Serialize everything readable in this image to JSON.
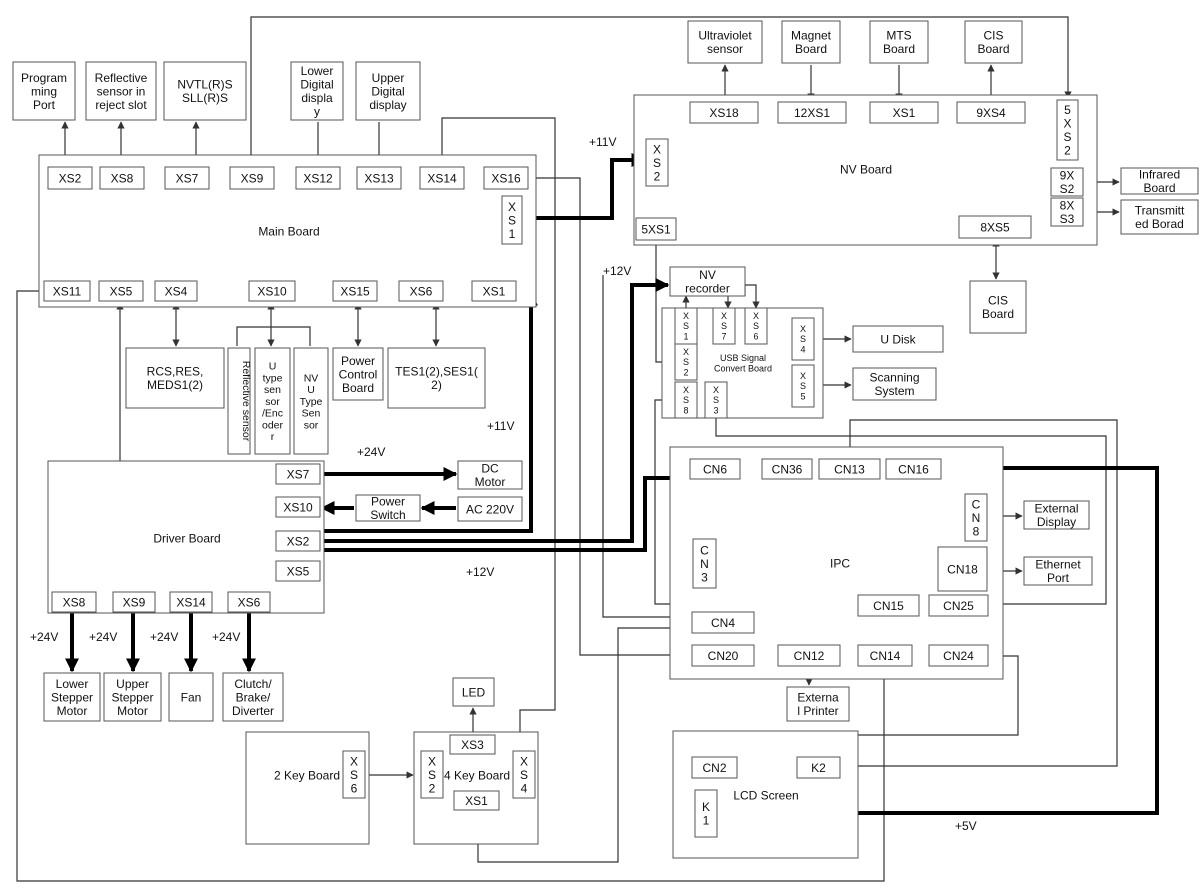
{
  "boxes": [
    {
      "id": "programming-port",
      "text": "Program\nming\nPort"
    },
    {
      "id": "reflective-sensor-reject",
      "text": "Reflective\nsensor in\nreject slot"
    },
    {
      "id": "nvtl-sll",
      "text": "NVTL(R)S\nSLL(R)S"
    },
    {
      "id": "lower-digital-display",
      "text": "Lower\nDigital\ndispla\ny"
    },
    {
      "id": "upper-digital-display",
      "text": "Upper\nDigital\ndisplay"
    },
    {
      "id": "main-board",
      "text": "Main Board"
    },
    {
      "id": "mb-xs2",
      "text": "XS2"
    },
    {
      "id": "mb-xs8",
      "text": "XS8"
    },
    {
      "id": "mb-xs7",
      "text": "XS7"
    },
    {
      "id": "mb-xs9",
      "text": "XS9"
    },
    {
      "id": "mb-xs12",
      "text": "XS12"
    },
    {
      "id": "mb-xs13",
      "text": "XS13"
    },
    {
      "id": "mb-xs14",
      "text": "XS14"
    },
    {
      "id": "mb-xs16",
      "text": "XS16"
    },
    {
      "id": "mb-xs1-right",
      "text": "X\nS\n1"
    },
    {
      "id": "mb-xs11",
      "text": "XS11"
    },
    {
      "id": "mb-xs5",
      "text": "XS5"
    },
    {
      "id": "mb-xs4",
      "text": "XS4"
    },
    {
      "id": "mb-xs10",
      "text": "XS10"
    },
    {
      "id": "mb-xs15",
      "text": "XS15"
    },
    {
      "id": "mb-xs6",
      "text": "XS6"
    },
    {
      "id": "mb-xs1",
      "text": "XS1"
    },
    {
      "id": "rcs-res-meds",
      "text": "RCS,RES,\nMEDS1(2)"
    },
    {
      "id": "reflective-sensor",
      "text": "Reflective sensor"
    },
    {
      "id": "u-type-sensor",
      "text": "U\ntype\nsen\nsor\n/Enc\noder\nr"
    },
    {
      "id": "nv-u-type-sensor",
      "text": "NV\nU\nType\nSen\nsor"
    },
    {
      "id": "power-control-board",
      "text": "Power\nControl\nBoard"
    },
    {
      "id": "tes-ses",
      "text": "TES1(2),SES1(\n2)"
    },
    {
      "id": "driver-board",
      "text": "Driver Board"
    },
    {
      "id": "db-xs7",
      "text": "XS7"
    },
    {
      "id": "db-xs10",
      "text": "XS10"
    },
    {
      "id": "db-xs2",
      "text": "XS2"
    },
    {
      "id": "db-xs5",
      "text": "XS5"
    },
    {
      "id": "db-xs8",
      "text": "XS8"
    },
    {
      "id": "db-xs9",
      "text": "XS9"
    },
    {
      "id": "db-xs14",
      "text": "XS14"
    },
    {
      "id": "db-xs6",
      "text": "XS6"
    },
    {
      "id": "dc-motor",
      "text": "DC\nMotor"
    },
    {
      "id": "power-switch",
      "text": "Power\nSwitch"
    },
    {
      "id": "ac-220v",
      "text": "AC 220V"
    },
    {
      "id": "lower-stepper-motor",
      "text": "Lower\nStepper\nMotor"
    },
    {
      "id": "upper-stepper-motor",
      "text": "Upper\nStepper\nMotor"
    },
    {
      "id": "fan",
      "text": "Fan"
    },
    {
      "id": "clutch-brake-diverter",
      "text": "Clutch/\nBrake/\nDiverter"
    },
    {
      "id": "ultraviolet-sensor",
      "text": "Ultraviolet\nsensor"
    },
    {
      "id": "magnet-board",
      "text": "Magnet\nBoard"
    },
    {
      "id": "mts-board",
      "text": "MTS\nBoard"
    },
    {
      "id": "cis-board-top",
      "text": "CIS\nBoard"
    },
    {
      "id": "nv-board",
      "text": "NV Board"
    },
    {
      "id": "nv-xs18",
      "text": "XS18"
    },
    {
      "id": "nv-12xs1",
      "text": "12XS1"
    },
    {
      "id": "nv-xs1",
      "text": "XS1"
    },
    {
      "id": "nv-9xs4",
      "text": "9XS4"
    },
    {
      "id": "nv-5xs2",
      "text": "5\nX\nS\n2"
    },
    {
      "id": "nv-xs2-left",
      "text": "X\nS\n2"
    },
    {
      "id": "nv-9xs2",
      "text": "9X\nS2"
    },
    {
      "id": "nv-8xs3",
      "text": "8X\nS3"
    },
    {
      "id": "nv-5xs1",
      "text": "5XS1"
    },
    {
      "id": "nv-8xs5",
      "text": "8XS5"
    },
    {
      "id": "infrared-board",
      "text": "Infrared\nBoard"
    },
    {
      "id": "transmitted-board",
      "text": "Transmitt\ned Borad"
    },
    {
      "id": "cis-board-bottom",
      "text": "CIS\nBoard"
    },
    {
      "id": "nv-recorder",
      "text": "NV\nrecorder"
    },
    {
      "id": "usb-signal-convert-board",
      "text": "USB Signal\nConvert Board"
    },
    {
      "id": "usb-xs1",
      "text": "X\nS\n1"
    },
    {
      "id": "usb-xs7",
      "text": "X\nS\n7"
    },
    {
      "id": "usb-xs6",
      "text": "X\nS\n6"
    },
    {
      "id": "usb-xs2",
      "text": "X\nS\n2"
    },
    {
      "id": "usb-xs8",
      "text": "X\nS\n8"
    },
    {
      "id": "usb-xs3",
      "text": "X\nS\n3"
    },
    {
      "id": "usb-xs4",
      "text": "X\nS\n4"
    },
    {
      "id": "usb-xs5",
      "text": "X\nS\n5"
    },
    {
      "id": "u-disk",
      "text": "U Disk"
    },
    {
      "id": "scanning-system",
      "text": "Scanning\nSystem"
    },
    {
      "id": "ipc",
      "text": "IPC"
    },
    {
      "id": "ipc-cn6",
      "text": "CN6"
    },
    {
      "id": "ipc-cn36",
      "text": "CN36"
    },
    {
      "id": "ipc-cn13",
      "text": "CN13"
    },
    {
      "id": "ipc-cn16",
      "text": "CN16"
    },
    {
      "id": "ipc-cn8",
      "text": "C\nN\n8"
    },
    {
      "id": "ipc-cn3",
      "text": "C\nN\n3"
    },
    {
      "id": "ipc-cn18",
      "text": "CN18"
    },
    {
      "id": "ipc-cn15",
      "text": "CN15"
    },
    {
      "id": "ipc-cn25",
      "text": "CN25"
    },
    {
      "id": "ipc-cn4",
      "text": "CN4"
    },
    {
      "id": "ipc-cn20",
      "text": "CN20"
    },
    {
      "id": "ipc-cn12",
      "text": "CN12"
    },
    {
      "id": "ipc-cn14",
      "text": "CN14"
    },
    {
      "id": "ipc-cn24",
      "text": "CN24"
    },
    {
      "id": "external-display",
      "text": "External\nDisplay"
    },
    {
      "id": "ethernet-port",
      "text": "Ethernet\nPort"
    },
    {
      "id": "external-printer",
      "text": "Externa\nl Printer"
    },
    {
      "id": "lcd-screen",
      "text": "LCD Screen"
    },
    {
      "id": "lcd-cn2",
      "text": "CN2"
    },
    {
      "id": "lcd-k2",
      "text": "K2"
    },
    {
      "id": "lcd-k1",
      "text": "K\n1"
    },
    {
      "id": "led",
      "text": "LED"
    },
    {
      "id": "two-key-board",
      "text": "2 Key Board"
    },
    {
      "id": "two-key-xs6",
      "text": "X\nS\n6"
    },
    {
      "id": "four-key-board",
      "text": "4 Key Board"
    },
    {
      "id": "four-key-xs3",
      "text": "XS3"
    },
    {
      "id": "four-key-xs2",
      "text": "X\nS\n2"
    },
    {
      "id": "four-key-xs4",
      "text": "X\nS\n4"
    },
    {
      "id": "four-key-xs1",
      "text": "XS1"
    }
  ],
  "voltages": [
    {
      "id": "v-11v-top",
      "text": "+11V"
    },
    {
      "id": "v-12v-top",
      "text": "+12V"
    },
    {
      "id": "v-11v-mid",
      "text": "+11V"
    },
    {
      "id": "v-24v-dc",
      "text": "+24V"
    },
    {
      "id": "v-12v-bottom",
      "text": "+12V"
    },
    {
      "id": "v-24v-1",
      "text": "+24V"
    },
    {
      "id": "v-24v-2",
      "text": "+24V"
    },
    {
      "id": "v-24v-3",
      "text": "+24V"
    },
    {
      "id": "v-24v-4",
      "text": "+24V"
    },
    {
      "id": "v-5v",
      "text": "+5V"
    }
  ]
}
